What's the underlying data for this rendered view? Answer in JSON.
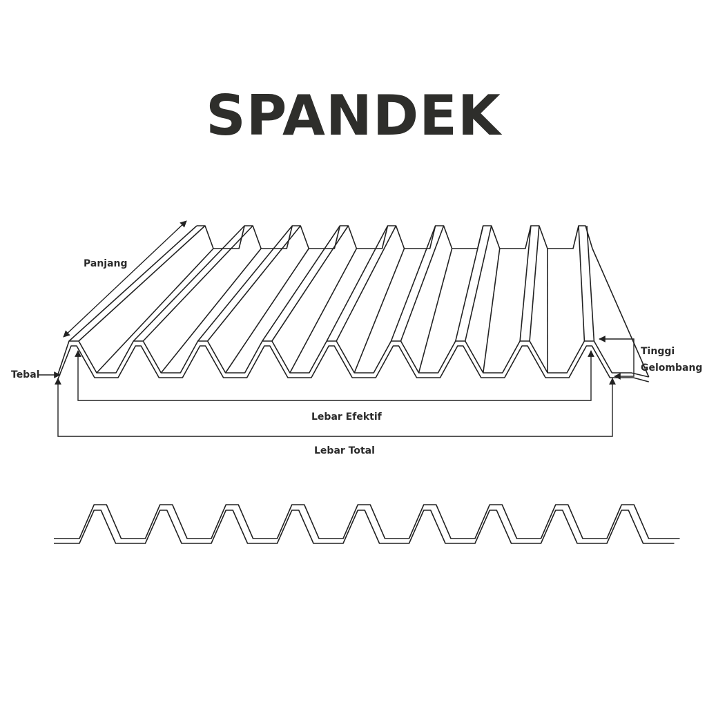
{
  "title": "SPANDEK",
  "labels": {
    "panjang": "Panjang",
    "tebal": "Tebal",
    "tinggi_gelombang": [
      "Tinggi",
      "Gelombang"
    ],
    "lebar_efektif": "Lebar Efektif",
    "lebar_total": "Lebar Total"
  },
  "colors": {
    "line": "#222222",
    "text": "#2b2b2b",
    "background": "#ffffff"
  }
}
